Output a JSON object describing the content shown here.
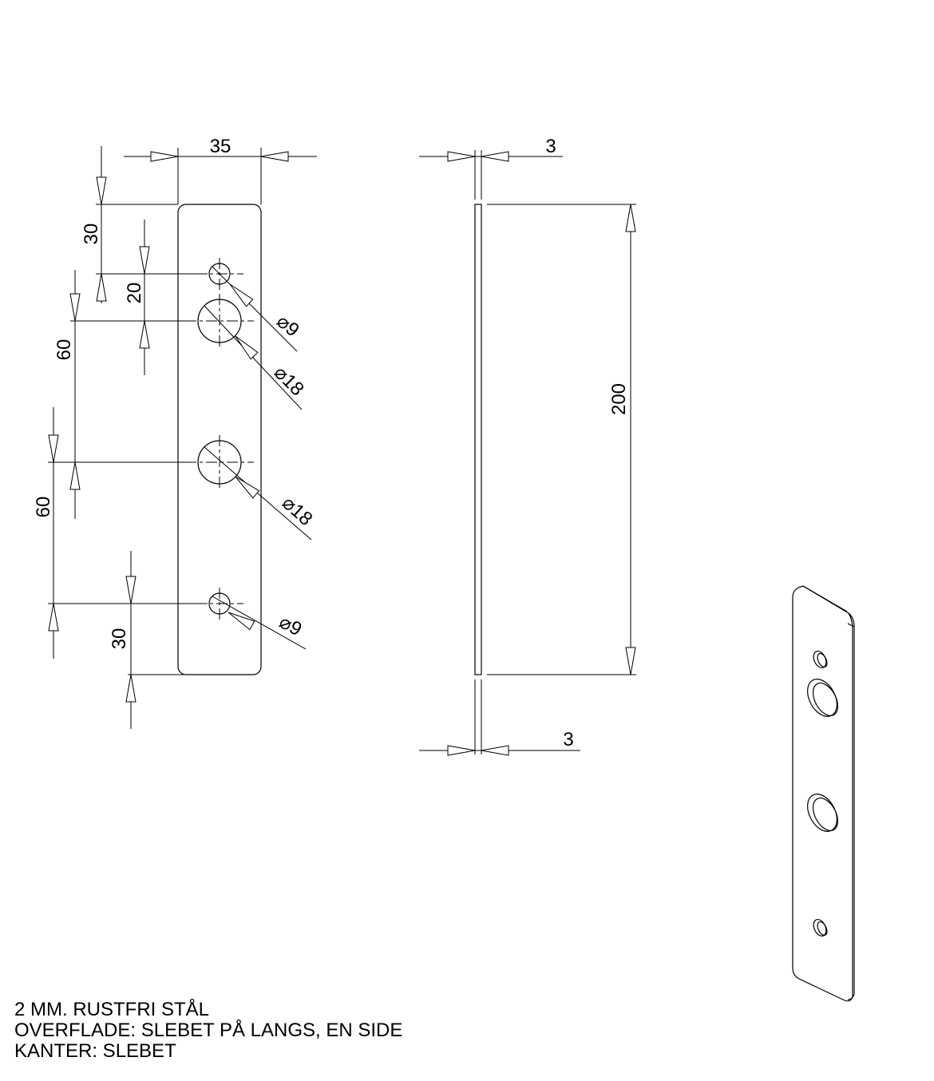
{
  "front_view": {
    "width_dim": "35",
    "dims_vertical": [
      "30",
      "20",
      "60",
      "60",
      "30"
    ],
    "hole_callouts": [
      "⌀9",
      "⌀18",
      "⌀18",
      "⌀9"
    ]
  },
  "side_view": {
    "thickness_top": "3",
    "thickness_bottom": "3",
    "length_dim": "200"
  },
  "notes": [
    "2 MM. RUSTFRI STÅL",
    "OVERFLADE: SLEBET PÅ LANGS, EN SIDE",
    "KANTER: SLEBET"
  ]
}
